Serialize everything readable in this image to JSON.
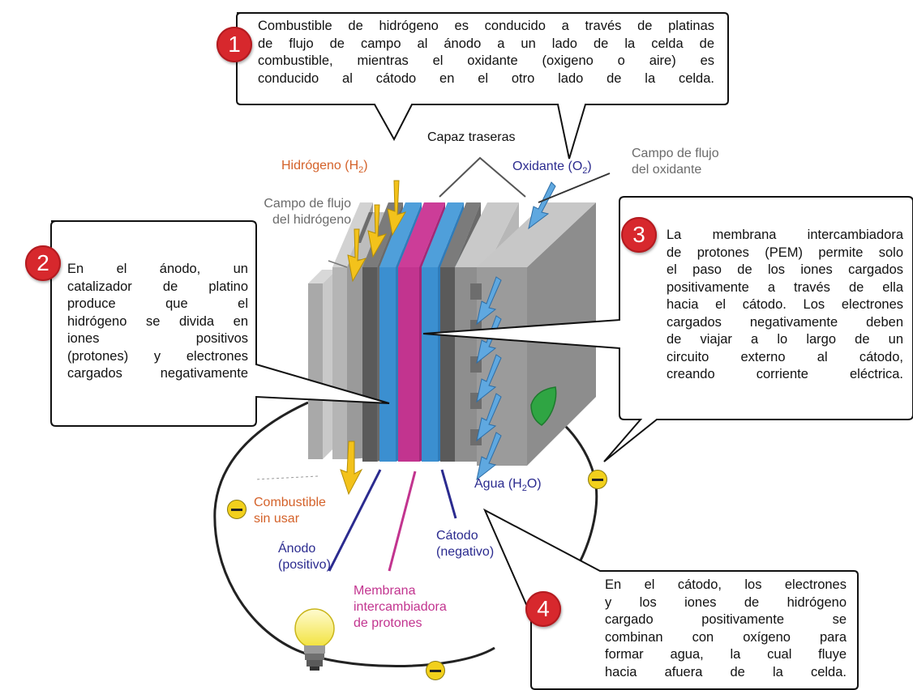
{
  "callouts": {
    "c1": {
      "number": "1",
      "lines": [
        "Combustible de hidrógeno es conducido a través de platinas",
        "de flujo de campo al ánodo a un lado de la celda de",
        "combustible, mientras el oxidante (oxigeno o aire) es",
        "conducido al cátodo en el otro lado de la celda."
      ]
    },
    "c2": {
      "number": "2",
      "lines": [
        "En el ánodo, un",
        "catalizador de platino",
        "produce que el",
        "hidrógeno se divida en",
        "iones positivos",
        "(protones) y electrones",
        "cargados negativamente"
      ]
    },
    "c3": {
      "number": "3",
      "lines": [
        "La membrana intercambiadora",
        "de protones (PEM) permite solo",
        "el paso de los iones cargados",
        "positivamente a través de ella",
        "hacia el cátodo. Los electrones",
        "cargados negativamente deben",
        "de viajar  a lo largo de un",
        "circuito externo al cátodo,",
        "creando corriente eléctrica."
      ]
    },
    "c4": {
      "number": "4",
      "lines": [
        "En el cátodo, los electrones",
        "y los iones  de hidrógeno",
        "cargado positivamente se",
        "combinan con oxígeno para",
        "formar agua, la cual fluye",
        "hacia afuera de la celda."
      ]
    }
  },
  "labels": {
    "backing_layers": "Capaz traseras",
    "hydrogen": "Hidrógeno (H",
    "hydrogen_sub": "2",
    "hydrogen_close": ")",
    "oxidant": "Oxidante (O",
    "oxidant_sub": "2",
    "oxidant_close": ")",
    "oxidant_flow_field": [
      "Campo de flujo",
      "del oxidante"
    ],
    "hydrogen_flow_field": [
      "Campo de flujo",
      "del hidrógeno"
    ],
    "water": "Agua (H",
    "water_sub": "2",
    "water_close": "O)",
    "unused_fuel": [
      "Combustible",
      "sin usar"
    ],
    "anode": [
      "Ánodo",
      "(positivo)"
    ],
    "cathode": [
      "Cátodo",
      "(negativo)"
    ],
    "membrane": [
      "Membrana",
      "intercambiadora",
      "de protones"
    ]
  },
  "colors": {
    "hydrogen_label": "#d4622a",
    "oxidant_label": "#2b2b8f",
    "gray_label": "#6b6b6b",
    "membrane": "#c2348f",
    "electrode_blue": "#3b8fd0",
    "arrow_yellow": "#f3c21b",
    "arrow_blue": "#5fa8e0",
    "badge_red": "#d7282d",
    "electron_yellow": "#f2d01c"
  }
}
